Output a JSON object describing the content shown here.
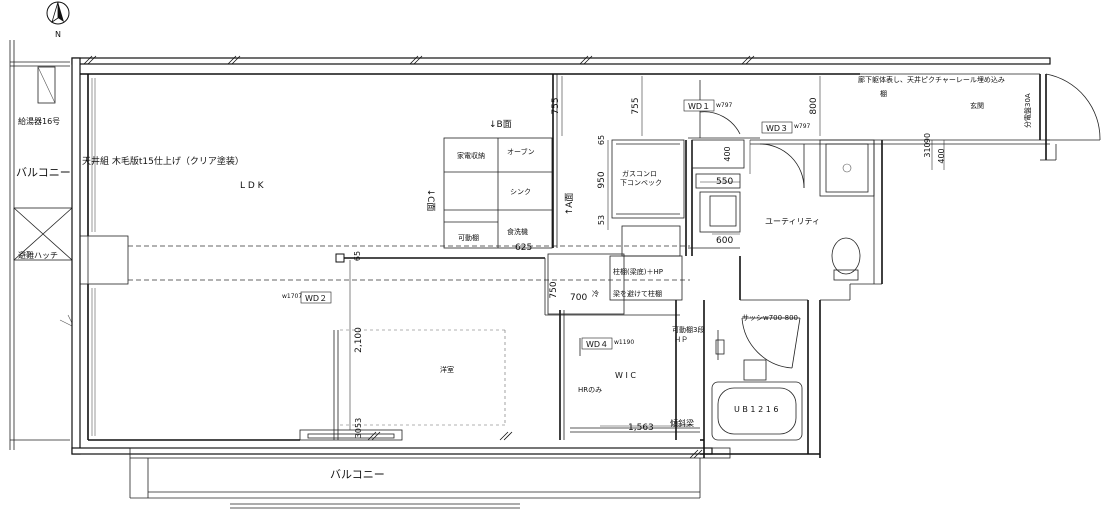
{
  "north": {
    "label": "N"
  },
  "rooms": {
    "ldk": "L D K",
    "western": "洋室",
    "wic": "W I C",
    "utility": "ユーティリティ",
    "entrance": "玄関",
    "balcony_left": "バルコニー",
    "balcony_bottom": "バルコニー",
    "unit_bath": "U B 1 2 1 6"
  },
  "notes": {
    "water_heater": "給湯器16号",
    "ceiling": "天井組  木毛版t15仕上げ（クリア塗装）",
    "evac_hatch": "避難ハッチ",
    "corridor": "廊下躯体表し、天井ピクチャーレール埋め込み",
    "shelf": "棚",
    "breaker": "分電盤30A",
    "column_beam": "柱棚(梁底)＋HP",
    "avoid_beam": "梁を避けて柱棚",
    "movable_shelf_3": "可動棚3段",
    "hanger_pole": "ＨＰ",
    "hr_only": "HRのみ",
    "slanted_beam": "傾斜梁",
    "sash": "サッシw700-800",
    "fridge": "冷",
    "section_b": "↓B面",
    "section_c": "↓C面",
    "section_a": "↑A面"
  },
  "kitchen": {
    "appliance_storage": "家電収納",
    "oven": "オーブン",
    "sink": "シンク",
    "movable_shelf": "可動棚",
    "dishwasher": "食洗機",
    "gas_stove_1": "ガスコンロ",
    "gas_stove_2": "下コンベック"
  },
  "doors": {
    "wd1": "WD１",
    "wd1_w": "w797",
    "wd2": "WD２",
    "wd2_w": "w1707",
    "wd3": "WD３",
    "wd3_w": "w797",
    "wd4": "WD４",
    "wd4_w": "w1190"
  },
  "dimensions": {
    "d755a": "755",
    "d755b": "755",
    "d800": "800",
    "d65a": "65",
    "d400a": "400",
    "d950": "950",
    "d53": "53",
    "d550": "550",
    "d600": "600",
    "d625": "625",
    "d65b": "65",
    "d750": "750",
    "d700": "700",
    "d2100": "2,100",
    "d3053": "3053",
    "d1563": "1,563",
    "d310": "310",
    "d90": "90",
    "d400b": "400"
  }
}
